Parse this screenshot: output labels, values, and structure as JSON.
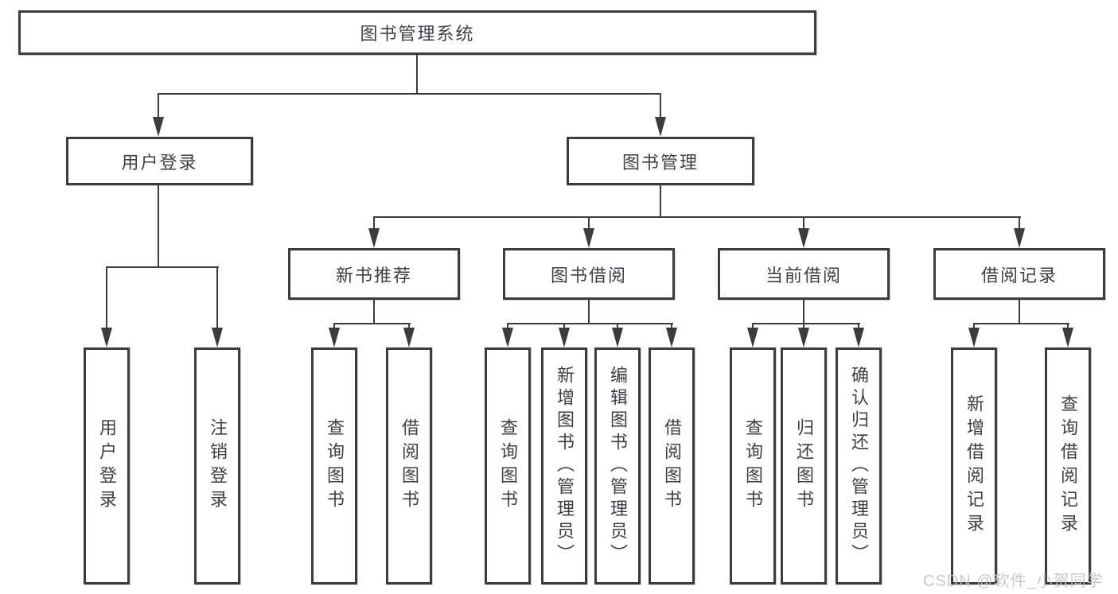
{
  "diagram_title": "图书管理系统",
  "watermark": "CSDN @软件_小贺同学",
  "colors": {
    "line": "#3c3c3c",
    "text": "#3c3f43",
    "background": "#ffffff",
    "watermark": "#c3c3c6"
  },
  "nodes": {
    "root": "图书管理系统",
    "login": {
      "label": "用户登录",
      "children": [
        "用户登录",
        "注销登录"
      ]
    },
    "mgmt": {
      "label": "图书管理",
      "groups": [
        {
          "label": "新书推荐",
          "children": [
            "查询图书",
            "借阅图书"
          ]
        },
        {
          "label": "图书借阅",
          "children": [
            "查询图书",
            "新增图书（管理员）",
            "编辑图书（管理员）",
            "借阅图书"
          ]
        },
        {
          "label": "当前借阅",
          "children": [
            "查询图书",
            "归还图书",
            "确认归还（管理员）"
          ]
        },
        {
          "label": "借阅记录",
          "children": [
            "新增借阅记录",
            "查询借阅记录"
          ]
        }
      ]
    }
  }
}
